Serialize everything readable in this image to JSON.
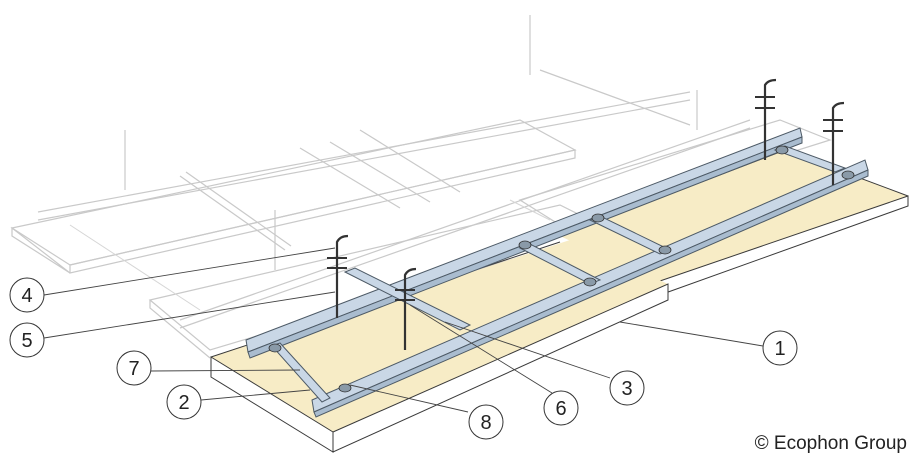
{
  "callouts": [
    {
      "id": "4",
      "label": "4"
    },
    {
      "id": "5",
      "label": "5"
    },
    {
      "id": "7",
      "label": "7"
    },
    {
      "id": "2",
      "label": "2"
    },
    {
      "id": "8",
      "label": "8"
    },
    {
      "id": "6",
      "label": "6"
    },
    {
      "id": "3",
      "label": "3"
    },
    {
      "id": "1",
      "label": "1"
    }
  ],
  "copyright": "© Ecophon Group",
  "colors": {
    "panel": "#f7ecc6",
    "rail": "#c9d7e6",
    "ghost": "#c9c9c9"
  }
}
